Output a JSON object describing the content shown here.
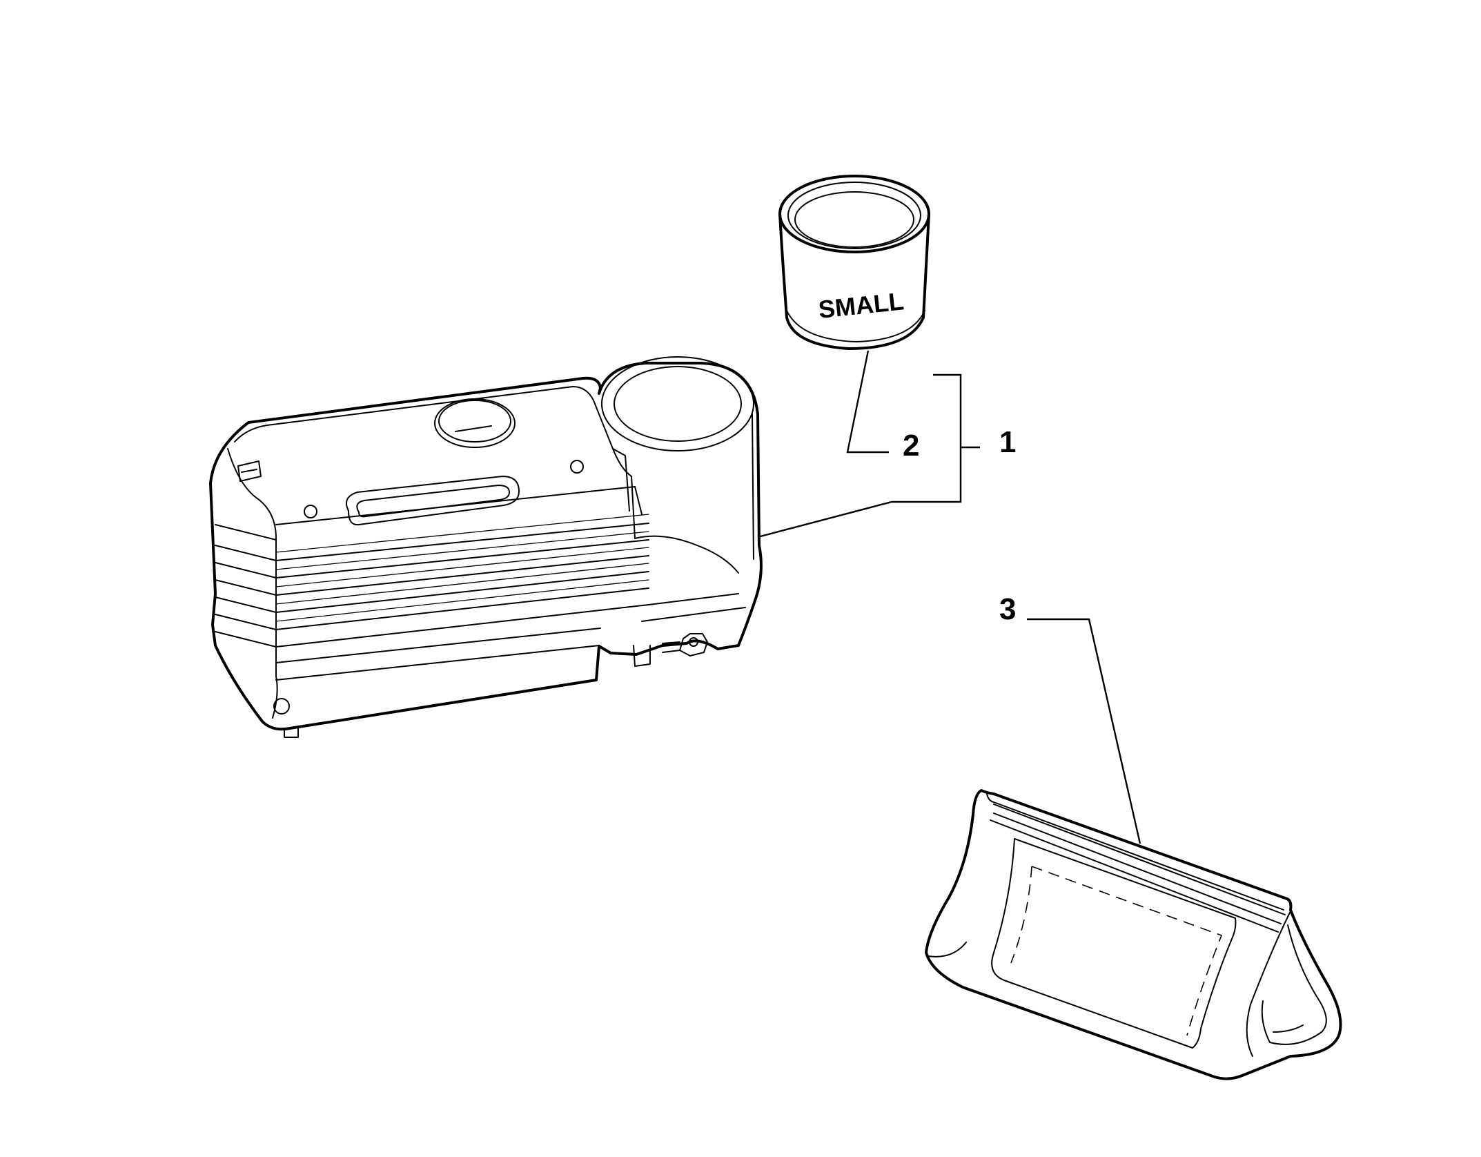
{
  "callouts": {
    "c1": "1",
    "c2": "2",
    "c3": "3"
  },
  "cartridge_label": "SMALL",
  "colors": {
    "line": "#000000",
    "background": "#ffffff"
  }
}
